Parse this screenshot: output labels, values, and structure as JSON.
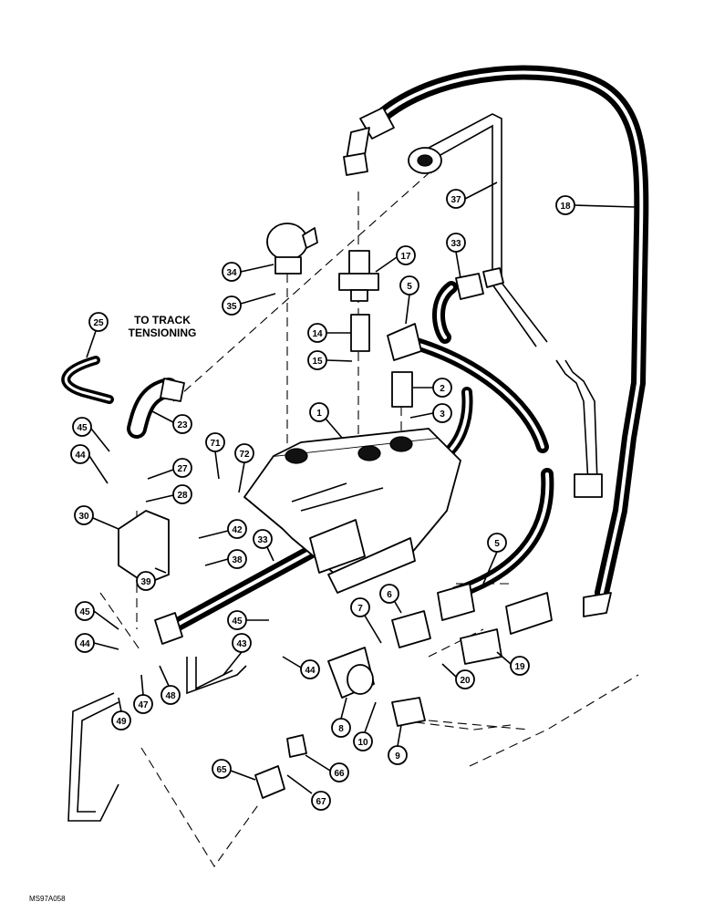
{
  "diagram": {
    "note": "TO TRACK\nTENSIONING",
    "image_code": "MS97A058",
    "callouts": [
      "1",
      "2",
      "3",
      "5",
      "5",
      "6",
      "7",
      "8",
      "9",
      "10",
      "14",
      "15",
      "17",
      "18",
      "19",
      "20",
      "23",
      "25",
      "27",
      "28",
      "30",
      "33",
      "33",
      "34",
      "35",
      "37",
      "38",
      "39",
      "42",
      "43",
      "44",
      "44",
      "44",
      "45",
      "45",
      "45",
      "47",
      "48",
      "49",
      "65",
      "66",
      "67",
      "71",
      "72"
    ]
  }
}
